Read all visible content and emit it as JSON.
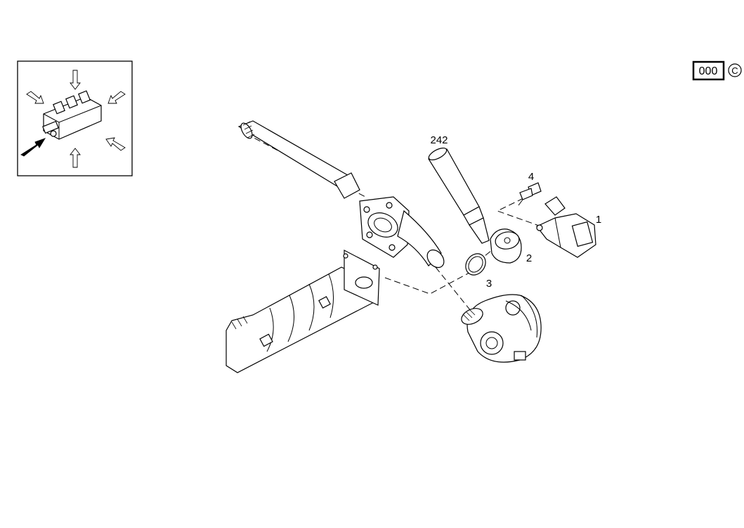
{
  "badge": {
    "code": "000",
    "copyright_symbol": "C"
  },
  "callouts": {
    "sealant_tube": "242",
    "bolt": "4",
    "sensor": "1",
    "adapter": "2",
    "sealing_ring": "3"
  },
  "icons": {
    "view_direction": "engine-orientation-icon",
    "view_arrow": "black-arrow-icon"
  }
}
